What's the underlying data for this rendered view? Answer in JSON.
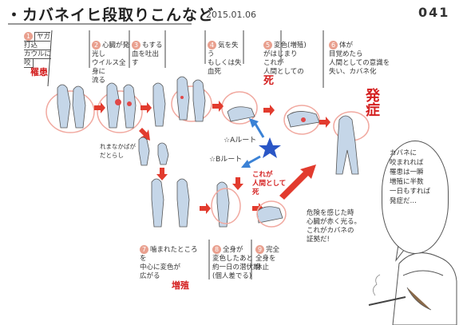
{
  "header": {
    "title": "・カバネイヒ段取りこんなど",
    "date": "2015.01.06",
    "page_number": "041"
  },
  "steps": [
    {
      "num": "1",
      "text": "ヤガ打込\nカウルに咬",
      "keyword": "罹患"
    },
    {
      "num": "2",
      "text": "心臓が発光し\nウイルス全身に\n流る",
      "keyword": ""
    },
    {
      "num": "3",
      "text": "もする\n血を吐出す",
      "keyword": ""
    },
    {
      "num": "4",
      "text": "気を失う\nもしくは失血死",
      "keyword": ""
    },
    {
      "num": "5",
      "text": "変色(増殖)\nがはじまり\nこれが\n人間としての",
      "keyword": "死"
    },
    {
      "num": "6",
      "text": "体が\n目覚めたら\n人間としての意識を\n失い、カバネ化",
      "keyword": ""
    }
  ],
  "routes": {
    "a": "☆Aルート",
    "b": "☆Bルート",
    "b_start": "れまなかばが\nだとらし"
  },
  "b_notes": [
    {
      "num": "7",
      "text": "噛まれたところを\n中心に変色が\n広がる",
      "keyword": "増殖"
    },
    {
      "num": "8",
      "text": "全身が\n変色したあと\n約一日の潜伏期\n(個人差でる)",
      "keyword": ""
    },
    {
      "num": "9",
      "text": "完全\n全身を\n休止",
      "keyword": ""
    }
  ],
  "labels": {
    "onset": "発症",
    "b_death": "これが\n人間として死",
    "final_note": "危険を感じた時\n心臓が赤く光る。\nこれがカバネの\n証拠だ!",
    "bubble": "カバネに\n咬まれれば\n罹患は一瞬\n増殖に半数\n一日もすれば\n発症だ…"
  }
}
